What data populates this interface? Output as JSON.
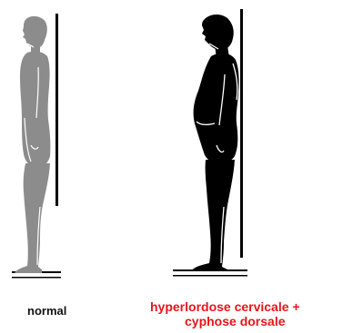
{
  "labels": {
    "normal": "normal",
    "abnormal_line1": "hyperlordose    cervicale +",
    "abnormal_line2": "cyphose dorsale"
  },
  "colors": {
    "normal_figure": "#8c8c8c",
    "abnormal_figure": "#000000",
    "reference_line": "#000000",
    "abnormal_label": "#e8141b",
    "normal_label": "#111111"
  },
  "figures": [
    {
      "id": "normal",
      "posture": "upright"
    },
    {
      "id": "abnormal",
      "posture": "kyphotic"
    }
  ]
}
